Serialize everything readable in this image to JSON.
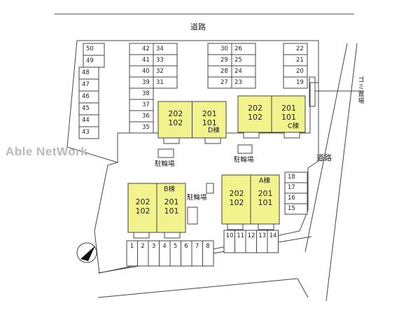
{
  "map": {
    "colors": {
      "building": "#f3f38e",
      "line": "#444444",
      "watermark": "#b9b9b9"
    },
    "roads": {
      "top": "道路",
      "right": "道路"
    },
    "watermark": "Able NetWork",
    "garbage_area": "ゴミ置場",
    "bicycle_parking": "駐輪場",
    "buildings": {
      "D": {
        "name": "D棟",
        "units": [
          "202",
          "102",
          "201",
          "101"
        ]
      },
      "C": {
        "name": "C棟",
        "units": [
          "202",
          "102",
          "201",
          "101"
        ]
      },
      "B": {
        "name": "B棟",
        "units": [
          "202",
          "102",
          "201",
          "101"
        ]
      },
      "A": {
        "name": "A棟",
        "units": [
          "202",
          "102",
          "201",
          "101"
        ]
      }
    },
    "parking": {
      "left_column": [
        "50",
        "49",
        "48",
        "47",
        "46",
        "45",
        "44",
        "43"
      ],
      "col_42": [
        "42",
        "41",
        "40",
        "39",
        "38",
        "37",
        "36",
        "35"
      ],
      "col_34": [
        "34",
        "33",
        "32",
        "31"
      ],
      "col_30": [
        "30",
        "29",
        "28",
        "27"
      ],
      "col_26": [
        "26",
        "25",
        "24",
        "23"
      ],
      "col_22": [
        "22",
        "21",
        "20",
        "19"
      ],
      "right_column": [
        "18",
        "17",
        "16",
        "15"
      ],
      "bottom_left": [
        "1",
        "2",
        "3",
        "4",
        "5",
        "6",
        "7",
        "8"
      ],
      "bottom_right": [
        "10",
        "11",
        "12",
        "13",
        "14"
      ]
    }
  }
}
